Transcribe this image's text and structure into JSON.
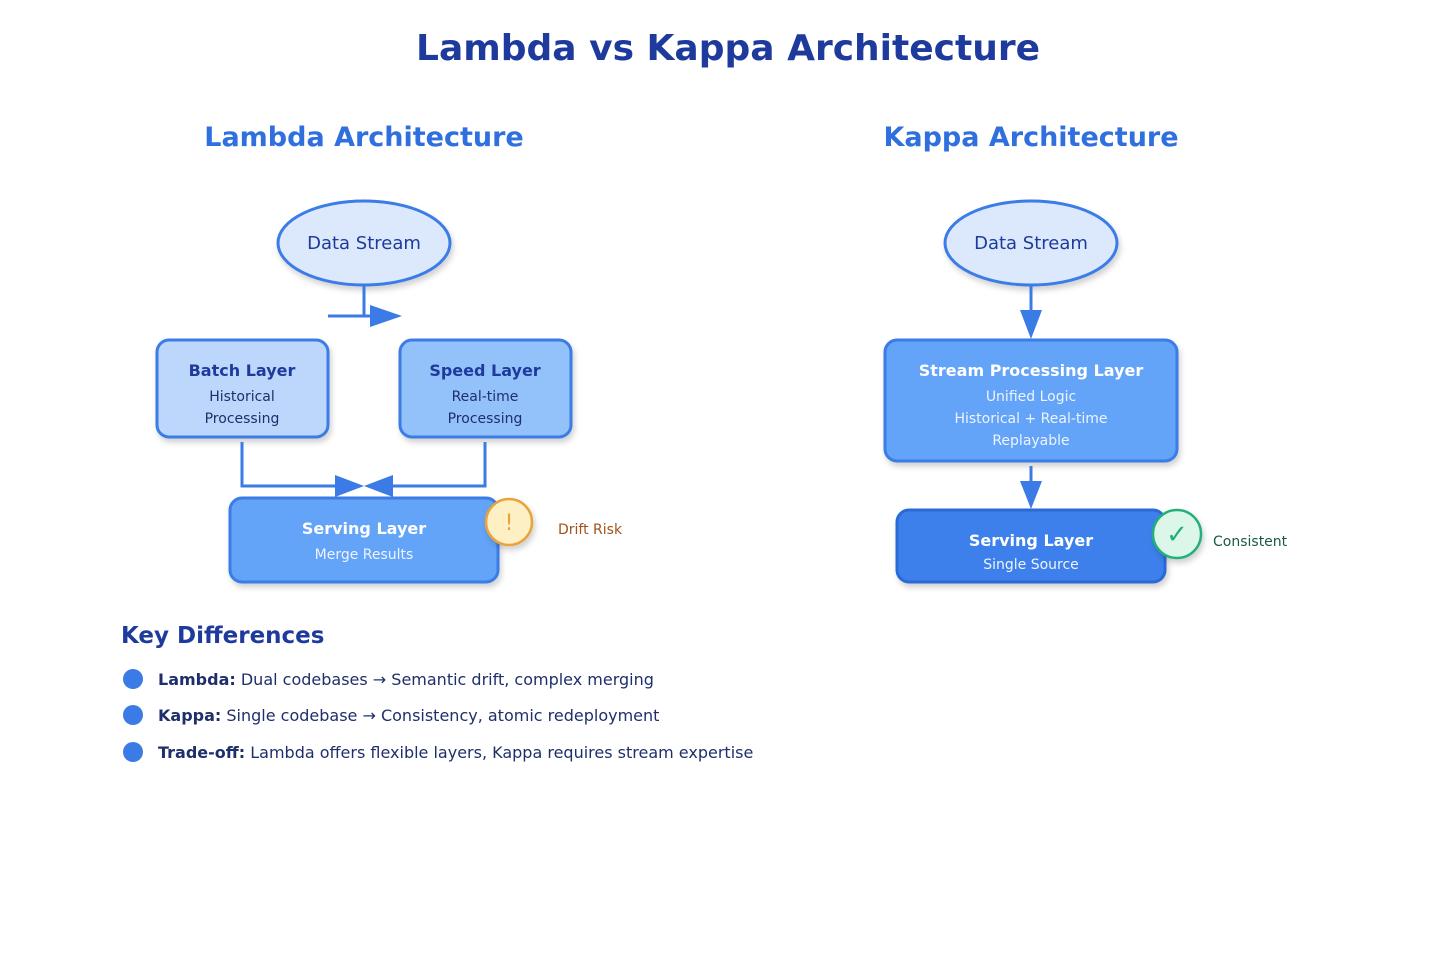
{
  "title": "Lambda vs Kappa Architecture",
  "lambda": {
    "heading": "Lambda Architecture",
    "source": "Data Stream",
    "batch": {
      "title": "Batch Layer",
      "line1": "Historical",
      "line2": "Processing"
    },
    "speed": {
      "title": "Speed Layer",
      "line1": "Real-time",
      "line2": "Processing"
    },
    "serving": {
      "title": "Serving Layer",
      "line1": "Merge Results"
    },
    "badge": {
      "symbol": "!",
      "label": "Drift Risk"
    }
  },
  "kappa": {
    "heading": "Kappa Architecture",
    "source": "Data Stream",
    "stream": {
      "title": "Stream Processing Layer",
      "line1": "Unified Logic",
      "line2": "Historical + Real-time",
      "line3": "Replayable"
    },
    "serving": {
      "title": "Serving Layer",
      "line1": "Single Source"
    },
    "badge": {
      "symbol": "✓",
      "label": "Consistent"
    }
  },
  "differences": {
    "heading": "Key Differences",
    "items": [
      {
        "label": "Lambda:",
        "text": " Dual codebases → Semantic drift, complex merging"
      },
      {
        "label": "Kappa:",
        "text": " Single codebase → Consistency, atomic redeployment"
      },
      {
        "label": "Trade-off:",
        "text": " Lambda offers flexible layers, Kappa requires stream expertise"
      }
    ]
  },
  "colors": {
    "accent": "#3b7be6",
    "title": "#1e3a9c",
    "warning": "#e8a33a",
    "success": "#22b07a"
  }
}
